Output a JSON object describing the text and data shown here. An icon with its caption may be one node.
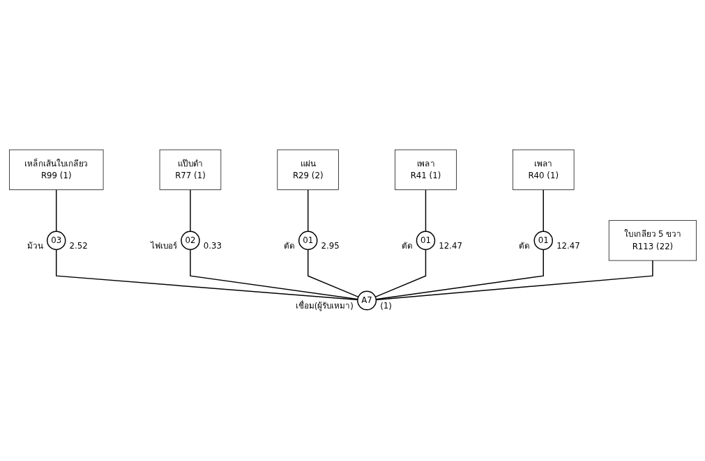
{
  "diagram": {
    "nodes": [
      {
        "text": [
          "เหล็กเส้นใบเกลียว",
          "R99 (1)"
        ]
      },
      {
        "text": [
          "แป๊บดำ",
          "R77 (1)"
        ]
      },
      {
        "text": [
          "แผ่น",
          "R29 (2)"
        ]
      },
      {
        "text": [
          "เพลา",
          "R41 (1)"
        ]
      },
      {
        "text": [
          "เพลา",
          "R40 (1)"
        ]
      },
      {
        "text": [
          "03"
        ],
        "beside": [
          "ม้วน",
          "2.52"
        ]
      },
      {
        "text": [
          "02"
        ],
        "beside": [
          "ไฟเบอร์",
          "0.33"
        ]
      },
      {
        "text": [
          "01"
        ],
        "beside": [
          "ตัด",
          "2.95"
        ]
      },
      {
        "text": [
          "01"
        ],
        "beside": [
          "ตัด",
          "12.47"
        ]
      },
      {
        "text": [
          "01"
        ],
        "beside": [
          "ตัด",
          "12.47"
        ]
      },
      {
        "text": [
          "ใบเกลียว 5 ขวา",
          "R113 (22)"
        ]
      },
      {
        "text": [
          "A7"
        ],
        "beside": [
          "เชื่อม(ผู้รับเหมา)",
          "(1)"
        ]
      }
    ],
    "edges": [
      {
        "from": 0,
        "to": 5,
        "arrow": "none"
      },
      {
        "from": 1,
        "to": 6,
        "arrow": "none"
      },
      {
        "from": 2,
        "to": 7,
        "arrow": "none"
      },
      {
        "from": 3,
        "to": 8,
        "arrow": "none"
      },
      {
        "from": 4,
        "to": 9,
        "arrow": "none"
      },
      {
        "from": 5,
        "to": 11,
        "arrow": "none"
      },
      {
        "from": 6,
        "to": 11,
        "arrow": "none"
      },
      {
        "from": 7,
        "to": 11,
        "arrow": "none"
      },
      {
        "from": 8,
        "to": 11,
        "arrow": "none"
      },
      {
        "from": 9,
        "to": 11,
        "arrow": "none"
      },
      {
        "from": 10,
        "to": 11,
        "arrow": "none"
      }
    ]
  }
}
